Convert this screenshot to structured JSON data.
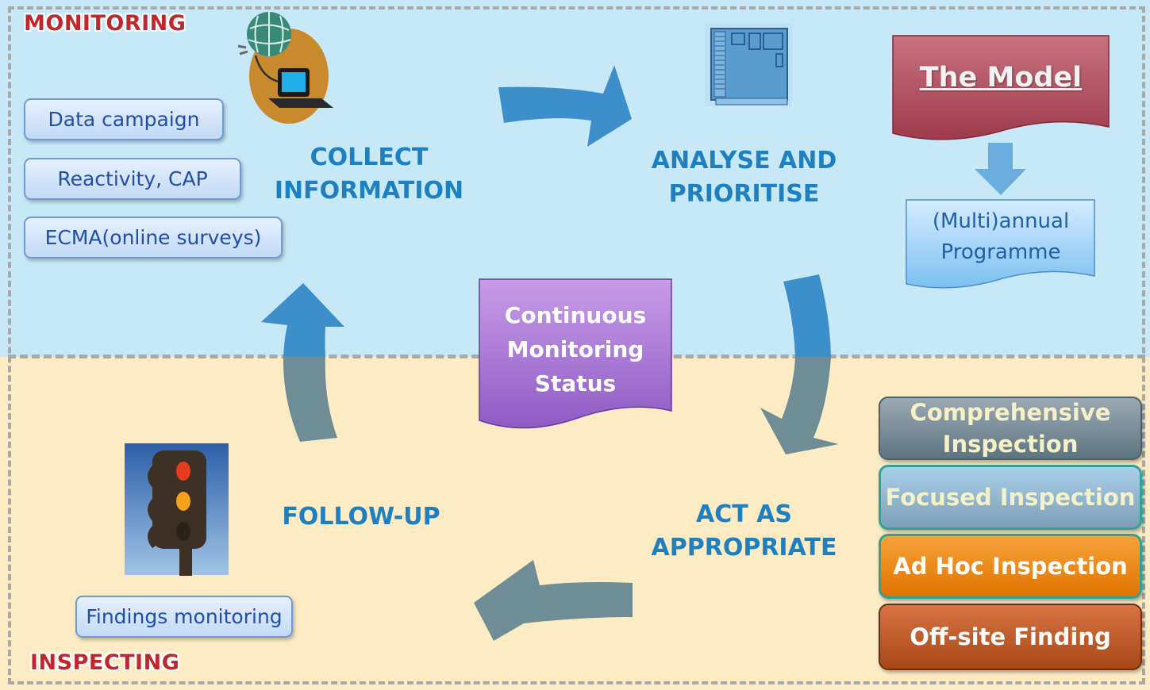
{
  "zones": {
    "top_label": "MONITORING",
    "bottom_label": "INSPECTING"
  },
  "monitoring_inputs": [
    "Data campaign",
    "Reactivity, CAP",
    "ECMA(online surveys)"
  ],
  "steps": {
    "collect": "COLLECT INFORMATION",
    "analyse": "ANALYSE AND PRIORITISE",
    "act": "ACT AS APPROPRIATE",
    "follow_up": "FOLLOW-UP"
  },
  "model": {
    "title": "The Model",
    "output": "(Multi)annual Programme"
  },
  "center": {
    "line1": "Continuous",
    "line2": "Monitoring",
    "line3": "Status"
  },
  "inspections": {
    "comprehensive": "Comprehensive Inspection",
    "focused": "Focused Inspection",
    "ad_hoc": "Ad Hoc Inspection",
    "off_site": "Off-site Finding"
  },
  "findings_input": "Findings monitoring",
  "icons": {
    "collect": "globe-computer-icon",
    "analyse": "circuit-board-icon",
    "follow_up": "traffic-light-icon"
  },
  "colors": {
    "monitoring_bg": "#c6e8f7",
    "inspecting_bg": "#fcebc3",
    "step_text": "#1e7fc1",
    "arrow_blue": "#3c8fcb",
    "arrow_grey": "#6f8d97",
    "zone_label": "#c0272d"
  }
}
